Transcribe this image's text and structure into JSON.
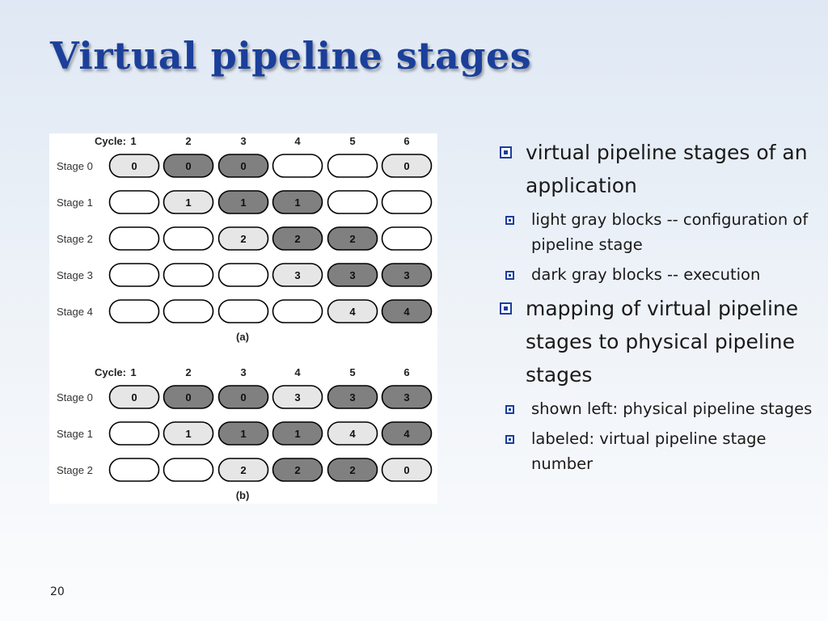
{
  "slide": {
    "title": "Virtual pipeline stages",
    "page_number": "20"
  },
  "bullets": [
    {
      "text": "virtual pipeline stages of an application",
      "sub": [
        "light gray blocks -- configuration of pipeline stage",
        "dark gray blocks -- execution"
      ]
    },
    {
      "text": "mapping of virtual pipeline stages to physical pipeline stages",
      "sub": [
        "shown left: physical pipeline stages",
        "labeled: virtual pipeline stage number"
      ]
    }
  ],
  "diagram": {
    "colors": {
      "empty": "#ffffff",
      "light": "#e6e6e6",
      "dark": "#808080",
      "stroke": "#000000",
      "label": "#333333"
    },
    "panels": [
      {
        "caption": "(a)",
        "cycle_label": "Cycle:",
        "cycles": [
          "1",
          "2",
          "3",
          "4",
          "5",
          "6"
        ],
        "rows": [
          {
            "label": "Stage 0",
            "cells": [
              {
                "t": "0",
                "s": "light"
              },
              {
                "t": "0",
                "s": "dark"
              },
              {
                "t": "0",
                "s": "dark"
              },
              {
                "t": "",
                "s": "empty"
              },
              {
                "t": "",
                "s": "empty"
              },
              {
                "t": "0",
                "s": "light"
              }
            ]
          },
          {
            "label": "Stage 1",
            "cells": [
              {
                "t": "",
                "s": "empty"
              },
              {
                "t": "1",
                "s": "light"
              },
              {
                "t": "1",
                "s": "dark"
              },
              {
                "t": "1",
                "s": "dark"
              },
              {
                "t": "",
                "s": "empty"
              },
              {
                "t": "",
                "s": "empty"
              }
            ]
          },
          {
            "label": "Stage 2",
            "cells": [
              {
                "t": "",
                "s": "empty"
              },
              {
                "t": "",
                "s": "empty"
              },
              {
                "t": "2",
                "s": "light"
              },
              {
                "t": "2",
                "s": "dark"
              },
              {
                "t": "2",
                "s": "dark"
              },
              {
                "t": "",
                "s": "empty"
              }
            ]
          },
          {
            "label": "Stage 3",
            "cells": [
              {
                "t": "",
                "s": "empty"
              },
              {
                "t": "",
                "s": "empty"
              },
              {
                "t": "",
                "s": "empty"
              },
              {
                "t": "3",
                "s": "light"
              },
              {
                "t": "3",
                "s": "dark"
              },
              {
                "t": "3",
                "s": "dark"
              }
            ]
          },
          {
            "label": "Stage 4",
            "cells": [
              {
                "t": "",
                "s": "empty"
              },
              {
                "t": "",
                "s": "empty"
              },
              {
                "t": "",
                "s": "empty"
              },
              {
                "t": "",
                "s": "empty"
              },
              {
                "t": "4",
                "s": "light"
              },
              {
                "t": "4",
                "s": "dark"
              }
            ]
          }
        ]
      },
      {
        "caption": "(b)",
        "cycle_label": "Cycle:",
        "cycles": [
          "1",
          "2",
          "3",
          "4",
          "5",
          "6"
        ],
        "rows": [
          {
            "label": "Stage 0",
            "cells": [
              {
                "t": "0",
                "s": "light"
              },
              {
                "t": "0",
                "s": "dark"
              },
              {
                "t": "0",
                "s": "dark"
              },
              {
                "t": "3",
                "s": "light"
              },
              {
                "t": "3",
                "s": "dark"
              },
              {
                "t": "3",
                "s": "dark"
              }
            ]
          },
          {
            "label": "Stage 1",
            "cells": [
              {
                "t": "",
                "s": "empty"
              },
              {
                "t": "1",
                "s": "light"
              },
              {
                "t": "1",
                "s": "dark"
              },
              {
                "t": "1",
                "s": "dark"
              },
              {
                "t": "4",
                "s": "light"
              },
              {
                "t": "4",
                "s": "dark"
              }
            ]
          },
          {
            "label": "Stage 2",
            "cells": [
              {
                "t": "",
                "s": "empty"
              },
              {
                "t": "",
                "s": "empty"
              },
              {
                "t": "2",
                "s": "light"
              },
              {
                "t": "2",
                "s": "dark"
              },
              {
                "t": "2",
                "s": "dark"
              },
              {
                "t": "0",
                "s": "light"
              }
            ]
          }
        ]
      }
    ]
  }
}
